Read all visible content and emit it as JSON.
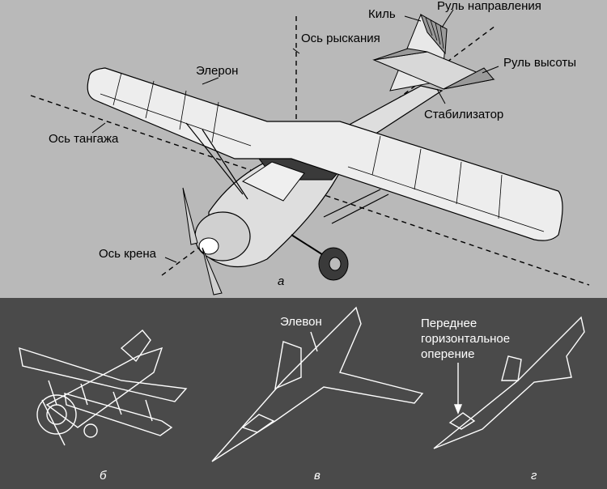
{
  "top": {
    "labels": {
      "fin": "Киль",
      "rudder": "Руль направления",
      "yaw_axis": "Ось рыскания",
      "elevator": "Руль высоты",
      "aileron": "Элерон",
      "stabilizer": "Стабилизатор",
      "pitch_axis": "Ось тангажа",
      "roll_axis": "Ось крена"
    },
    "caption": "а"
  },
  "bottom": {
    "elevon": "Элевон",
    "canard": [
      "Переднее",
      "горизонтальное",
      "оперение"
    ],
    "captions": [
      "б",
      "в",
      "г"
    ]
  },
  "colors": {
    "top_bg": "#b9b9b9",
    "bottom_bg": "#4a4a4a",
    "body_dark": "#3a3a3a",
    "line_white": "#ffffff"
  }
}
